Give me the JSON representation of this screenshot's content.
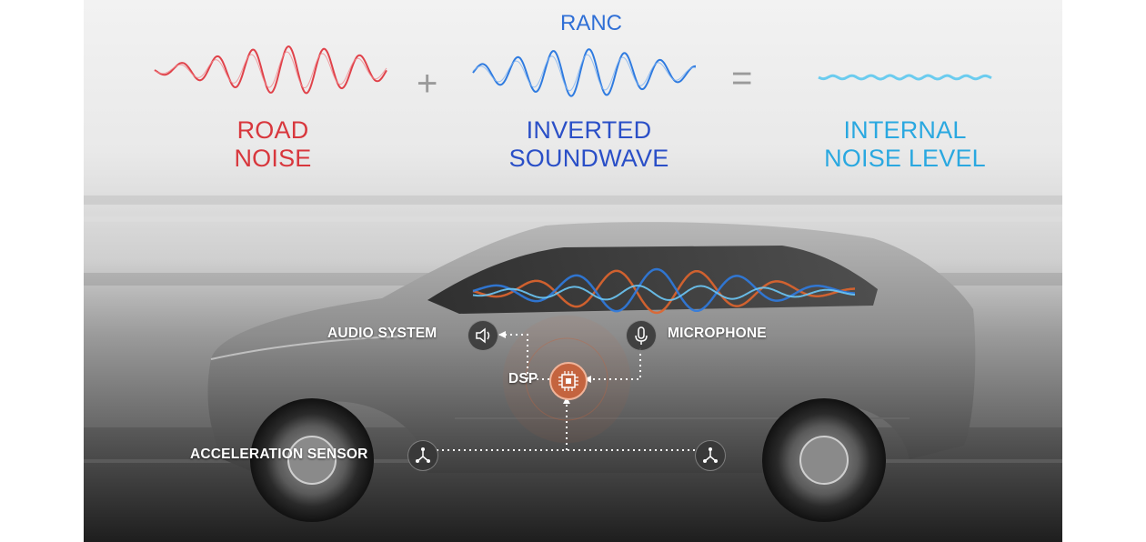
{
  "equation": {
    "ranc_label": "RANC",
    "road_noise": {
      "line1": "ROAD",
      "line2": "NOISE",
      "color": "#d8373d"
    },
    "inverted_soundwave": {
      "line1": "INVERTED",
      "line2": "SOUNDWAVE",
      "color": "#2a4fc7"
    },
    "internal_noise": {
      "line1": "INTERNAL",
      "line2": "NOISE LEVEL",
      "color": "#2aa8e0"
    },
    "plus_symbol": "+",
    "equals_symbol": "="
  },
  "callouts": {
    "audio_system": "AUDIO SYSTEM",
    "microphone": "MICROPHONE",
    "dsp": "DSP",
    "acceleration_sensor": "ACCELERATION SENSOR"
  },
  "icons": {
    "audio_system": "speaker-icon",
    "microphone": "microphone-icon",
    "dsp": "chip-icon",
    "acceleration_sensor": "sensor-icon"
  },
  "colors": {
    "road_wave": "#e0424a",
    "inverted_wave": "#2f7be0",
    "flat_wave": "#5cc8ee",
    "dsp_accent": "#c4643f"
  }
}
